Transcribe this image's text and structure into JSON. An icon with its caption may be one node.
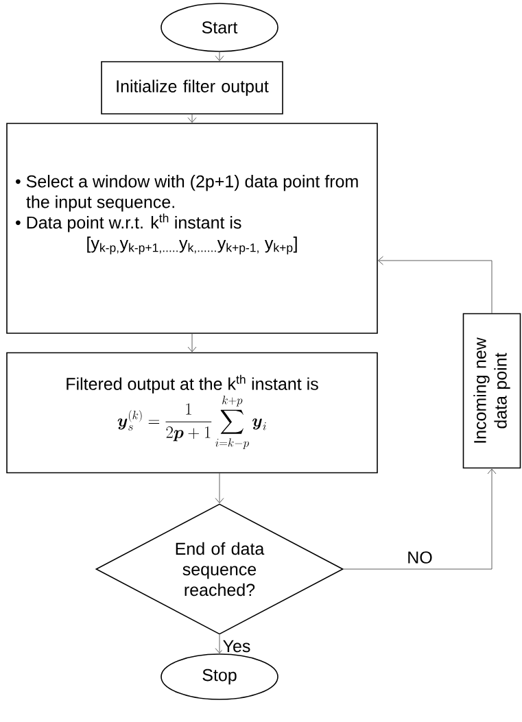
{
  "diagram": {
    "nodes": [
      {
        "text": [
          "Start"
        ]
      },
      {
        "text": [
          "Initialize filter output"
        ]
      },
      {
        "text": [
          "• Select a window with (2p+1) data point from the input sequence.",
          "• Data point w.r.t. k$^{th}$ instant is",
          "[y$_{k-p,}$y$_{k-p+1,.....}$y$_{k,......}$y$_{k+p-1,}$ y$_{k+p}$]"
        ]
      },
      {
        "text": [
          "Filtered output at the k$^{th}$ instant is",
          "\\boldsymbol{y}_s^{(k)} = \\frac{1}{2\\boldsymbol{p}+1}\\sum_{i=k-p}^{k+p}\\boldsymbol{y}_i"
        ]
      },
      {
        "text": [
          "End of data sequence reached?"
        ]
      },
      {
        "text": [
          "Stop"
        ]
      },
      {
        "text": [
          "Incoming new data point"
        ]
      }
    ],
    "edges": [
      {
        "from": 0,
        "to": 1,
        "arrow": "to"
      },
      {
        "from": 1,
        "to": 2,
        "arrow": "to"
      },
      {
        "from": 2,
        "to": 3,
        "arrow": "to"
      },
      {
        "from": 3,
        "to": 4,
        "arrow": "to"
      },
      {
        "from": 4,
        "to": 5,
        "arrow": "to",
        "label": "Yes"
      },
      {
        "from": 4,
        "to": 6,
        "arrow": "to",
        "label": "NO"
      },
      {
        "from": 6,
        "to": 2,
        "arrow": "to"
      }
    ]
  }
}
